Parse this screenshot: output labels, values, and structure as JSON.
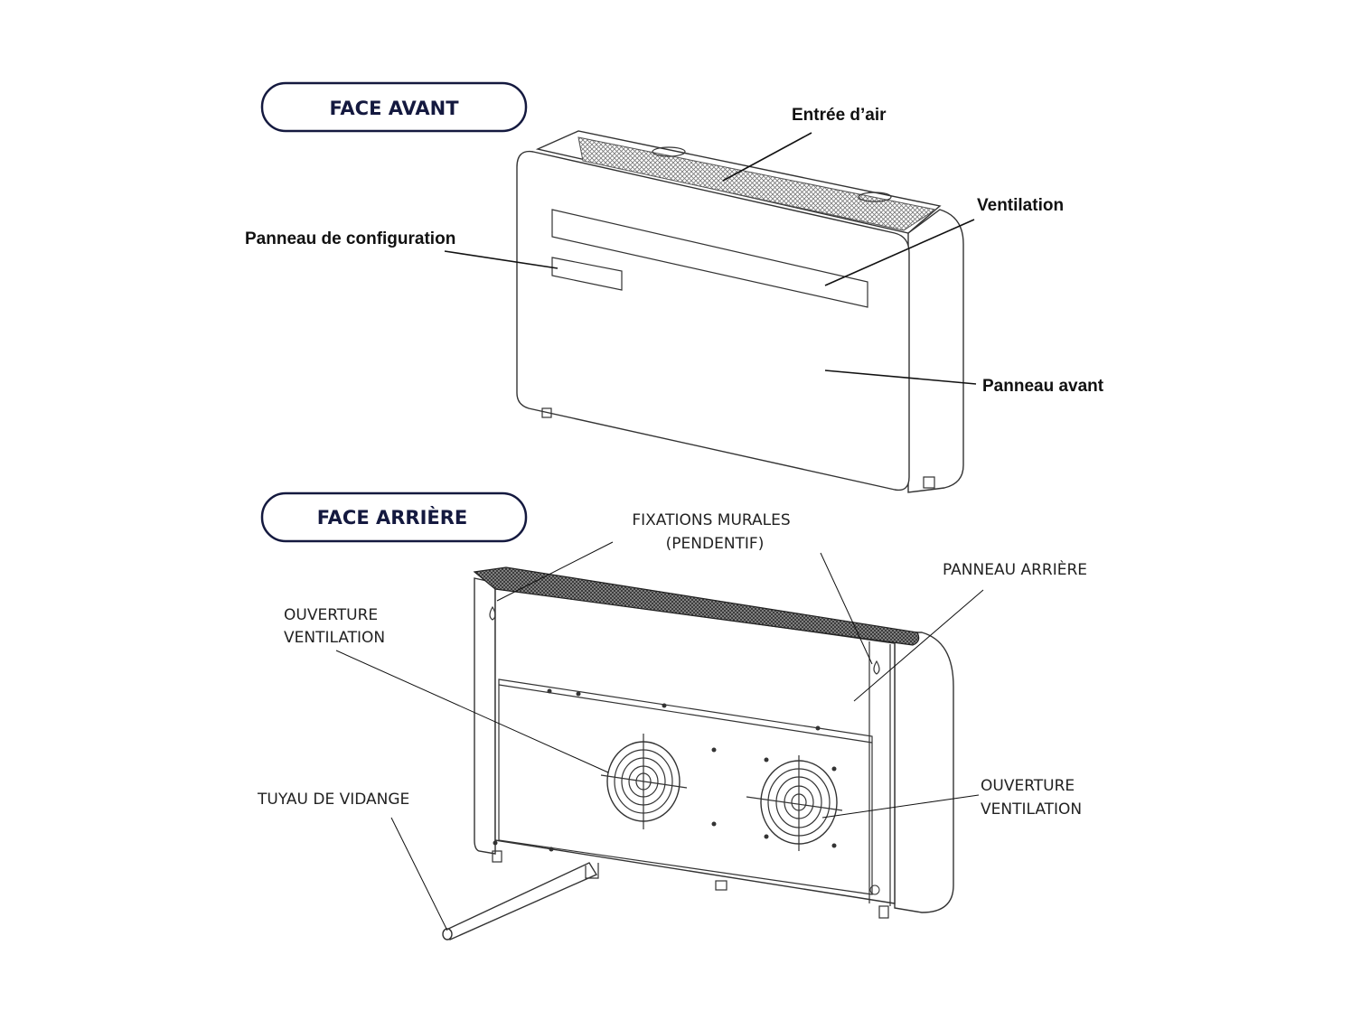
{
  "sections": {
    "front_title": "FACE AVANT",
    "rear_title": "FACE ARRIÈRE"
  },
  "front_labels": {
    "air_inlet": "Entrée d’air",
    "ventilation": "Ventilation",
    "config_panel": "Panneau de configuration",
    "front_panel": "Panneau avant"
  },
  "rear_labels": {
    "wall_mounts_line1": "FIXATIONS MURALES",
    "wall_mounts_line2": "(PENDENTIF)",
    "rear_panel": "PANNEAU ARRIÈRE",
    "vent_left_line1": "OUVERTURE",
    "vent_left_line2": "VENTILATION",
    "vent_right_line1": "OUVERTURE",
    "vent_right_line2": "VENTILATION",
    "drain_pipe": "TUYAU DE VIDANGE"
  },
  "colors": {
    "pill_border": "#14193f",
    "line": "#111111"
  }
}
